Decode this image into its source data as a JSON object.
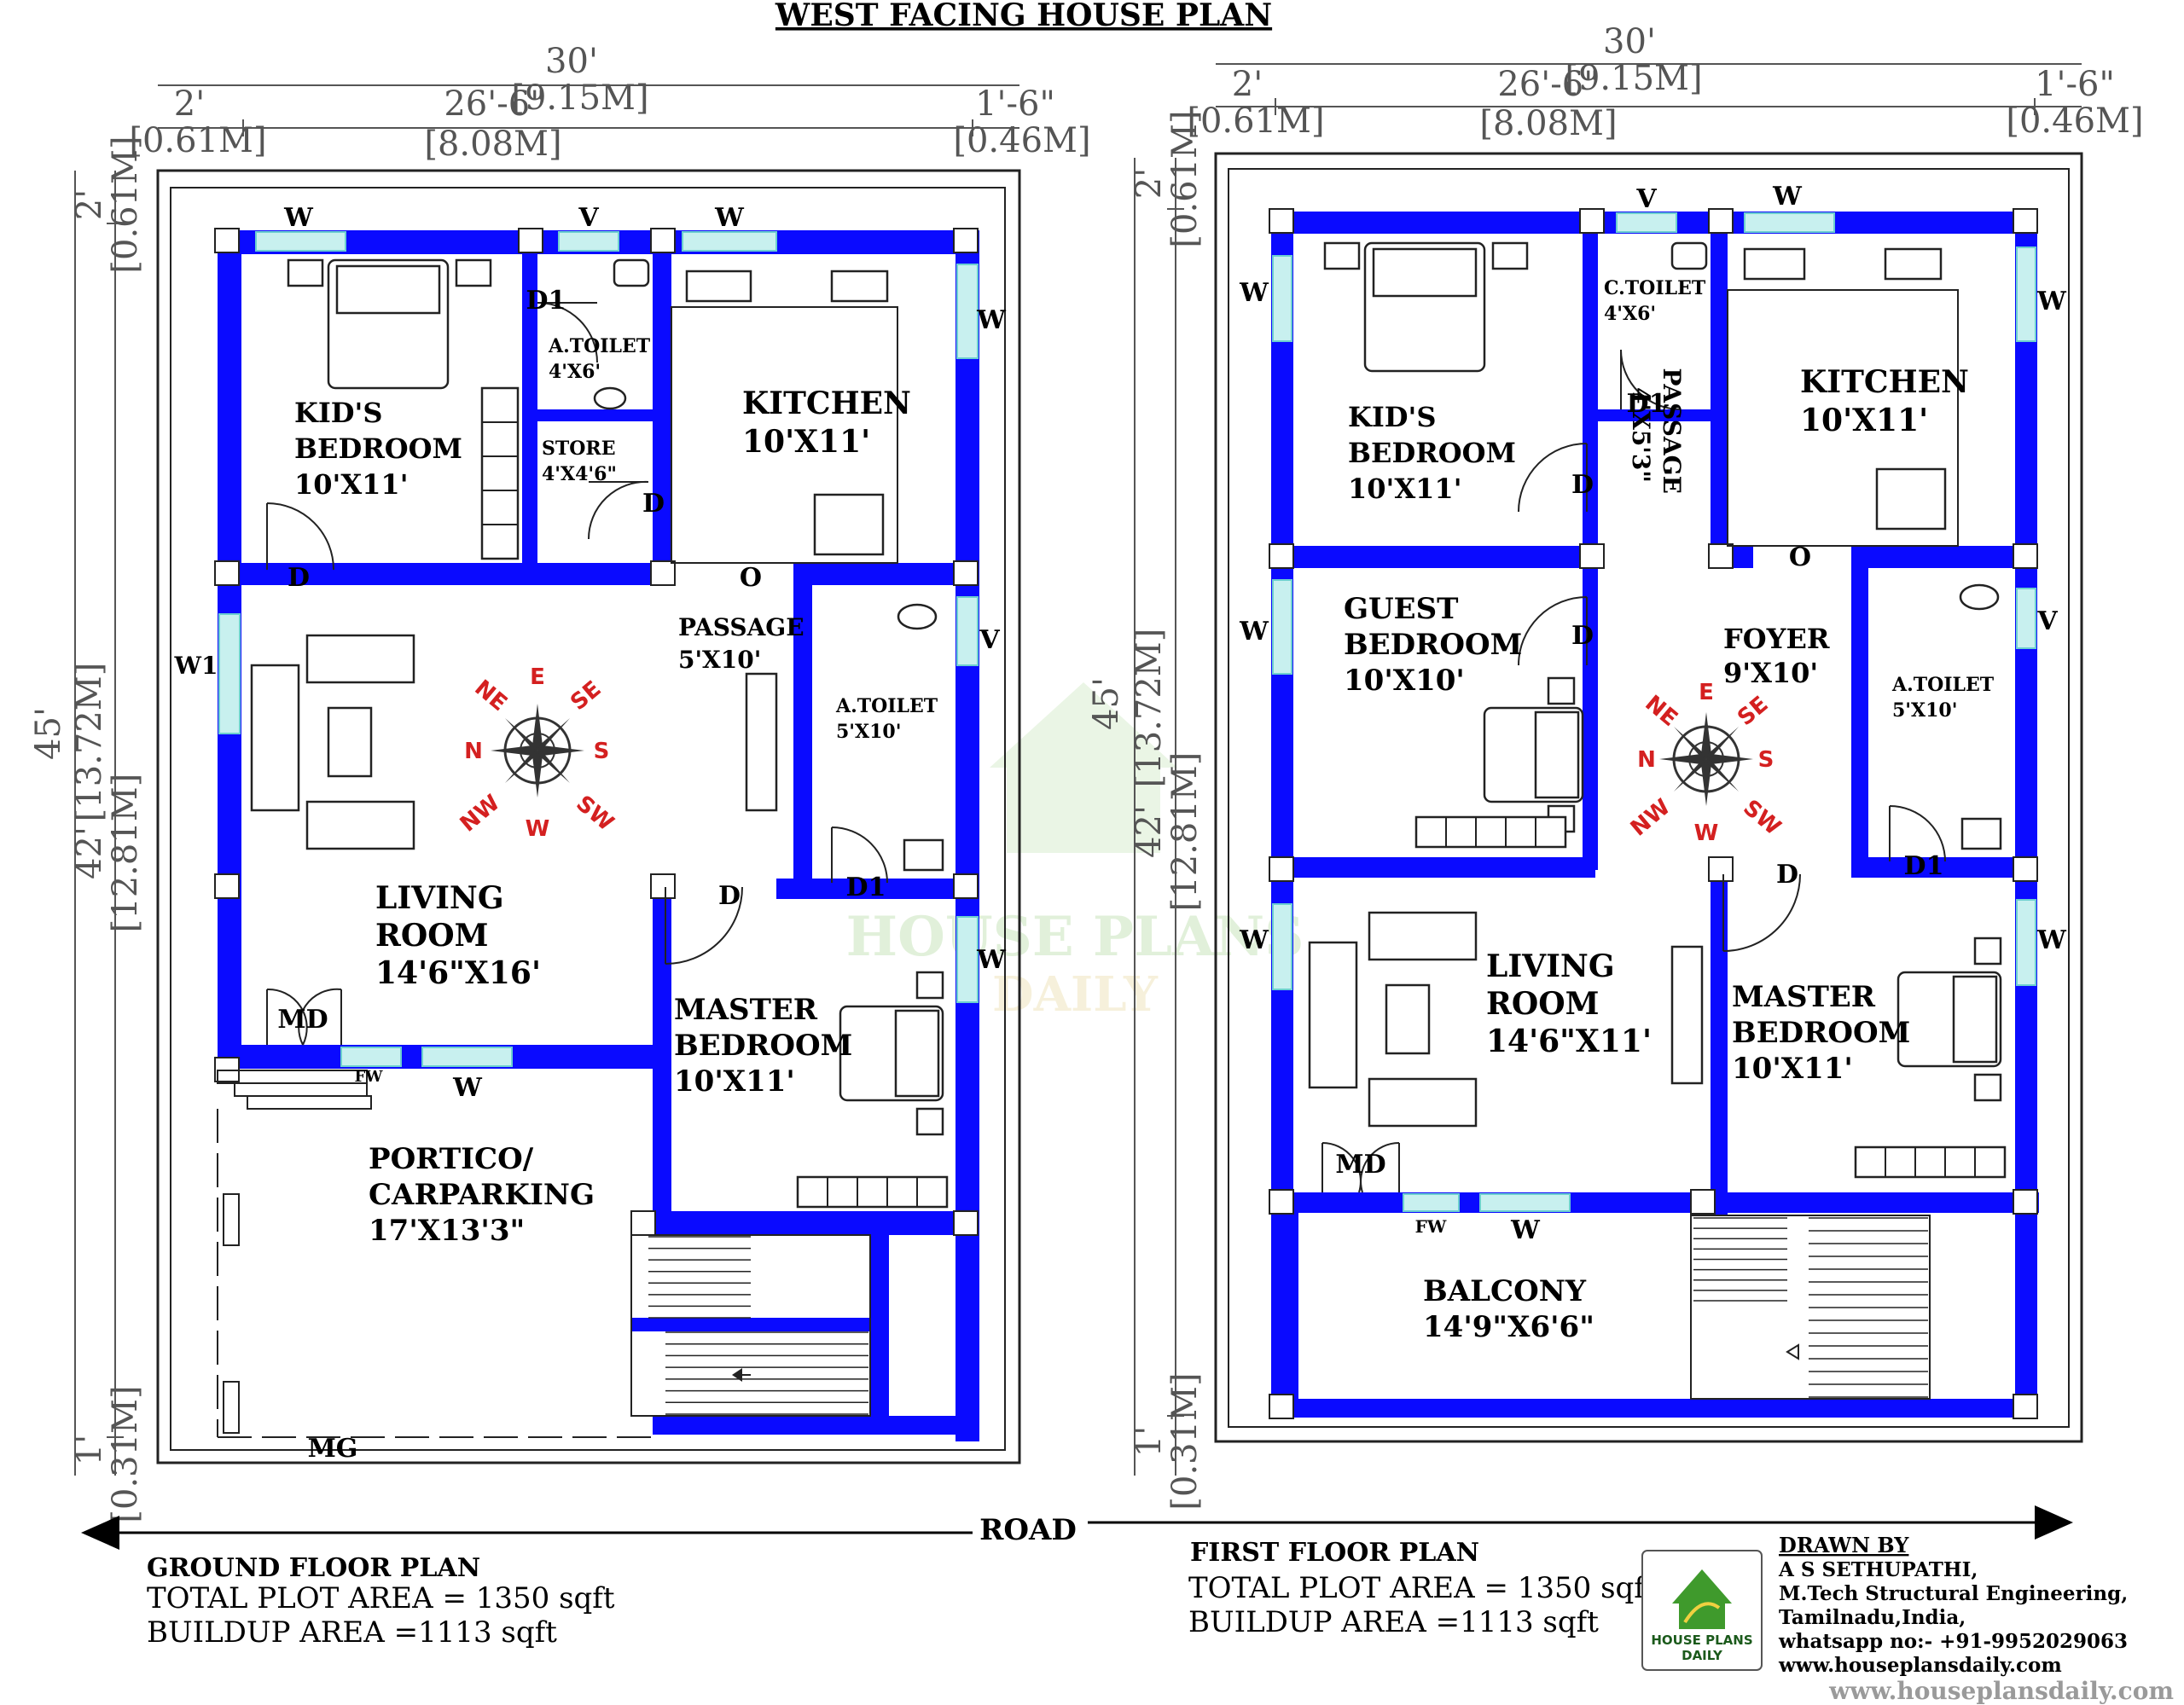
{
  "title": "WEST FACING HOUSE PLAN",
  "road": "ROAD",
  "watermark": {
    "line1": "HOUSE PLANS",
    "line2": "DAILY"
  },
  "ground_floor": {
    "dims_top": {
      "total_ft": "30'",
      "total_m": "[9.15M]",
      "left_ft": "2'",
      "left_m": "[0.61M]",
      "mid_ft": "26'-6\"",
      "mid_m": "[8.08M]",
      "right_ft": "1'-6\"",
      "right_m": "[0.46M]"
    },
    "dims_side": {
      "total_ft": "45'",
      "total_m": "[13.72M]",
      "top_ft": "2'",
      "top_m": "[0.61M]",
      "mid_ft": "42'",
      "mid_m": "[12.81M]",
      "bot_ft": "1'",
      "bot_m": "[0.31M]"
    },
    "rooms": {
      "kids_bedroom": [
        "KID'S",
        "BEDROOM",
        "10'X11'"
      ],
      "attached_toilet": [
        "A.TOILET",
        "4'X6'"
      ],
      "store": [
        "STORE",
        "4'X4'6\""
      ],
      "kitchen": [
        "KITCHEN",
        "10'X11'"
      ],
      "passage": [
        "PASSAGE",
        "5'X10'"
      ],
      "attached_toilet_2": [
        "A.TOILET",
        "5'X10'"
      ],
      "living_room": [
        "LIVING",
        "ROOM",
        "14'6\"X16'"
      ],
      "master_bedroom": [
        "MASTER",
        "BEDROOM",
        "10'X11'"
      ],
      "portico": [
        "PORTICO/",
        "CARPARKING",
        "17'X13'3\""
      ]
    },
    "openings": {
      "w": "W",
      "v": "V",
      "w1": "W1",
      "d": "D",
      "d1": "D1",
      "o": "O",
      "md": "MD",
      "fw": "FW",
      "mg": "MG"
    },
    "caption": {
      "heading": "GROUND FLOOR PLAN",
      "plot": "TOTAL PLOT AREA = 1350 sqft",
      "built": "BUILDUP AREA =1113 sqft"
    }
  },
  "first_floor": {
    "dims_top": {
      "total_ft": "30'",
      "total_m": "[9.15M]",
      "left_ft": "2'",
      "left_m": "[0.61M]",
      "mid_ft": "26'-6\"",
      "mid_m": "[8.08M]",
      "right_ft": "1'-6\"",
      "right_m": "[0.46M]"
    },
    "dims_side": {
      "total_ft": "45'",
      "total_m": "[13.72M]",
      "top_ft": "2'",
      "top_m": "[0.61M]",
      "mid_ft": "42'",
      "mid_m": "[12.81M]",
      "bot_ft": "1'",
      "bot_m": "[0.31M]"
    },
    "rooms": {
      "kids_bedroom": [
        "KID'S",
        "BEDROOM",
        "10'X11'"
      ],
      "common_toilet": [
        "C.TOILET",
        "4'X6'"
      ],
      "kitchen": [
        "KITCHEN",
        "10'X11'"
      ],
      "passage": [
        "PASSAGE",
        "4'X5'3\""
      ],
      "guest_bedroom": [
        "GUEST",
        "BEDROOM",
        "10'X10'"
      ],
      "foyer": [
        "FOYER",
        "9'X10'"
      ],
      "attached_toilet": [
        "A.TOILET",
        "5'X10'"
      ],
      "living_room": [
        "LIVING",
        "ROOM",
        "14'6\"X11'"
      ],
      "master_bedroom": [
        "MASTER",
        "BEDROOM",
        "10'X11'"
      ],
      "balcony": [
        "BALCONY",
        "14'9\"X6'6\""
      ]
    },
    "caption": {
      "heading": "FIRST FLOOR PLAN",
      "plot": "TOTAL PLOT AREA = 1350 sqft",
      "built": "BUILDUP AREA =1113 sqft"
    }
  },
  "compass": {
    "n": "N",
    "ne": "NE",
    "e": "E",
    "se": "SE",
    "s": "S",
    "sw": "SW",
    "w": "W",
    "nw": "NW"
  },
  "logo": {
    "line1": "HOUSE PLANS",
    "line2": "DAILY"
  },
  "credits": {
    "heading": "DRAWN BY",
    "name": "A S SETHUPATHI,",
    "qual": "M.Tech Structural Engineering,",
    "place": "Tamilnadu,India,",
    "phone": "whatsapp no:- +91-9952029063",
    "site": "www.houseplansdaily.com"
  },
  "footer_url": "www.houseplansdaily.com",
  "colors": {
    "wall": "#0a0aff",
    "window": "#c8f0ef",
    "compass_text": "#d42020",
    "logo_green": "#3f9a2c"
  }
}
